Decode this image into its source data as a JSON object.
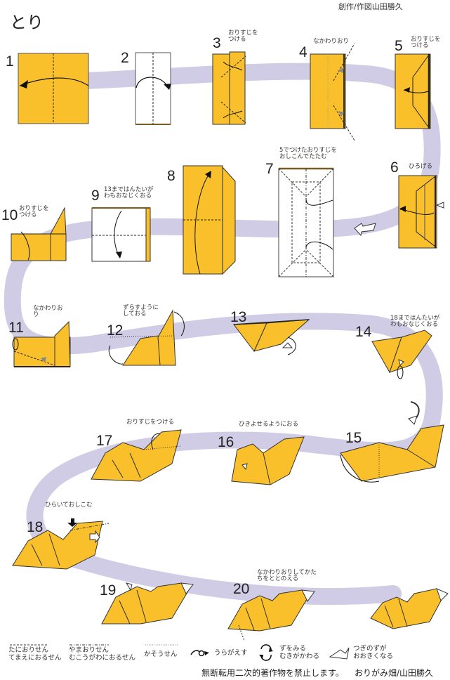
{
  "title": "とり",
  "credit_top": "創作/作図山田勝久",
  "colors": {
    "paper_front": "#F9C02B",
    "paper_back": "#FFFFFF",
    "path_band": "#D0CCE6",
    "line": "#1a1a1a",
    "edge_shadow": "#7a5a20"
  },
  "steps": [
    {
      "number": "1",
      "note": ""
    },
    {
      "number": "2",
      "note": ""
    },
    {
      "number": "3",
      "note": "おりすじを\nつける"
    },
    {
      "number": "4",
      "note": "なかわりおり"
    },
    {
      "number": "5",
      "note": "おりすじを\nつける"
    },
    {
      "number": "6",
      "note": "ひろげる"
    },
    {
      "number": "7",
      "note": "5でつけたおりすじを\nおしこんでたたむ"
    },
    {
      "number": "8",
      "note": ""
    },
    {
      "number": "9",
      "note": "13まではんたいが\nわもおなじくおる"
    },
    {
      "number": "10",
      "note": "おりすじを\nつける"
    },
    {
      "number": "11",
      "note": "なかわりお\nり"
    },
    {
      "number": "12",
      "note": "ずらすように\nしておる"
    },
    {
      "number": "13",
      "note": ""
    },
    {
      "number": "14",
      "note": "18まではんたいが\nわもおなじくおる"
    },
    {
      "number": "15",
      "note": ""
    },
    {
      "number": "16",
      "note": "ひきよせるようにおる"
    },
    {
      "number": "17",
      "note": "おりすじをつける"
    },
    {
      "number": "18",
      "note": "ひらいておしこむ"
    },
    {
      "number": "19",
      "note": ""
    },
    {
      "number": "20",
      "note": "なかわりおりしてかた\nちをととのえる"
    }
  ],
  "legend": [
    {
      "icon": "valley-fold-line",
      "label": "たにおりせん\nてまえにおるせん"
    },
    {
      "icon": "mountain-fold-line",
      "label": "やまおりせん\nむこうがわにおるせん"
    },
    {
      "icon": "imaginary-line",
      "label": "かそうせん"
    },
    {
      "icon": "turn-over-icon",
      "label": "うらがえす"
    },
    {
      "icon": "rotate-icon",
      "label": "ずをみる\nむきがかわる"
    },
    {
      "icon": "enlarge-arrow-icon",
      "label": "つぎのずが\nおおきくなる"
    }
  ],
  "footer": {
    "notice": "無断転用二次的著作物を禁止します。",
    "credit": "おりがみ畑/山田勝久"
  }
}
